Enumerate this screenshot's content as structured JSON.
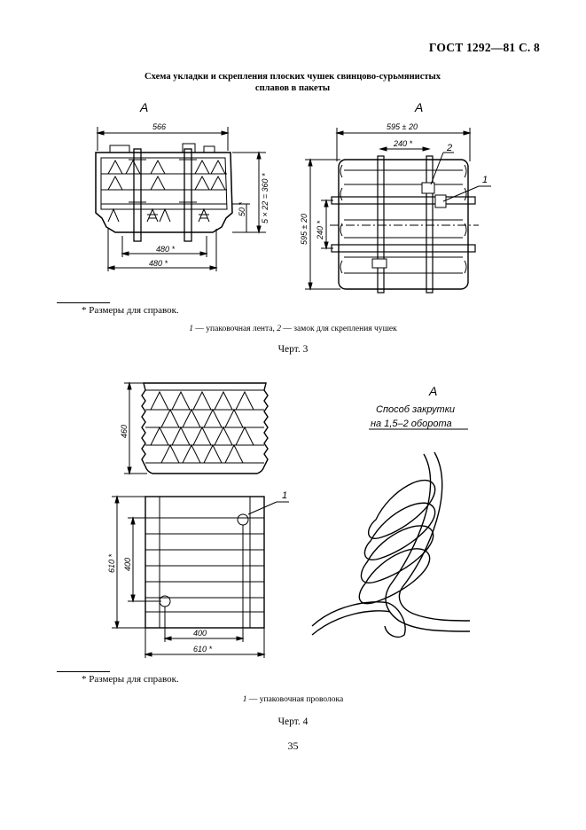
{
  "header": "ГОСТ 1292—81 С. 8",
  "title_line1": "Схема укладки и скрепления плоских чушек свинцово-сурьмянистых",
  "title_line2": "сплавов в пакеты",
  "fig3": {
    "view_left": "А",
    "view_right": "А",
    "dim_566": "566",
    "dim_50": "50 *",
    "dim_5x22": "5 × 22 = 360 *",
    "dim_480a": "480 *",
    "dim_480b": "480 *",
    "dim_595w": "595 ± 20",
    "dim_240w": "240 *",
    "dim_595h": "595 ± 20",
    "dim_240h": "240 *",
    "callout_1": "1",
    "callout_2": "2",
    "footnote": "* Размеры для справок.",
    "legend_num1": "1",
    "legend_text1": " — упаковочная лента, ",
    "legend_num2": "2",
    "legend_text2": " — замок для скрепления чушек",
    "caption": "Черт. 3"
  },
  "fig4": {
    "dim_460": "460",
    "dim_610h": "610 *",
    "dim_400h": "400",
    "dim_400w": "400",
    "dim_610w": "610 *",
    "callout_1": "1",
    "view": "А",
    "note_line1": "Способ  закрутки",
    "note_line2": "на 1,5–2 оборота",
    "footnote": "* Размеры для справок.",
    "legend_num1": "1",
    "legend_text1": " — упаковочная проволока",
    "caption": "Черт. 4"
  },
  "page_number": "35"
}
